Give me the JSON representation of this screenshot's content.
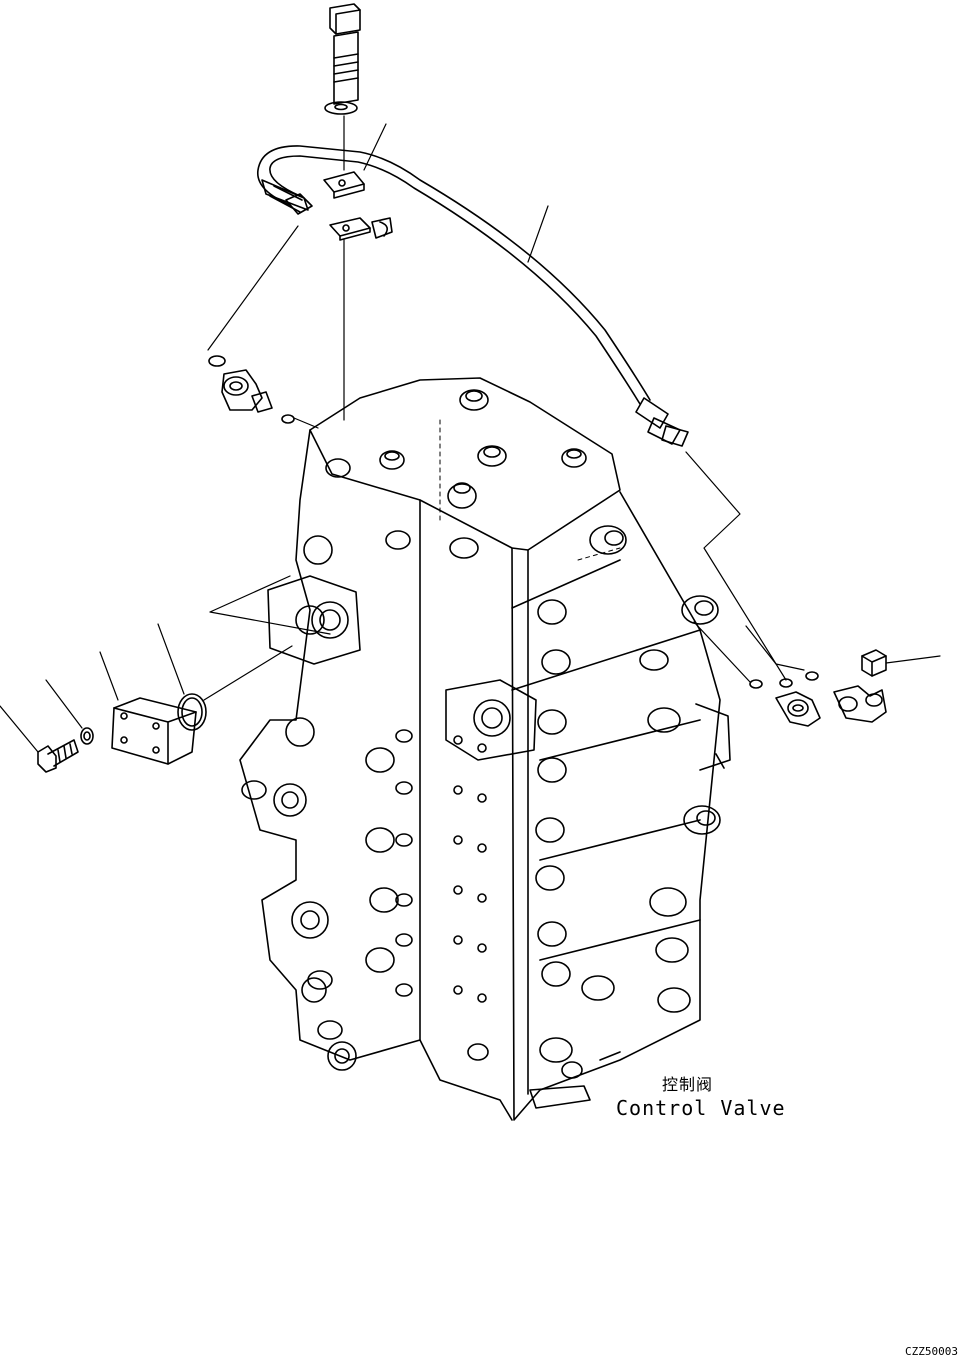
{
  "diagram": {
    "label_cn": "控制阀",
    "label_en": "Control Valve",
    "drawing_code": "CZZ50003"
  },
  "colors": {
    "ink": "#000000",
    "paper": "#ffffff"
  }
}
